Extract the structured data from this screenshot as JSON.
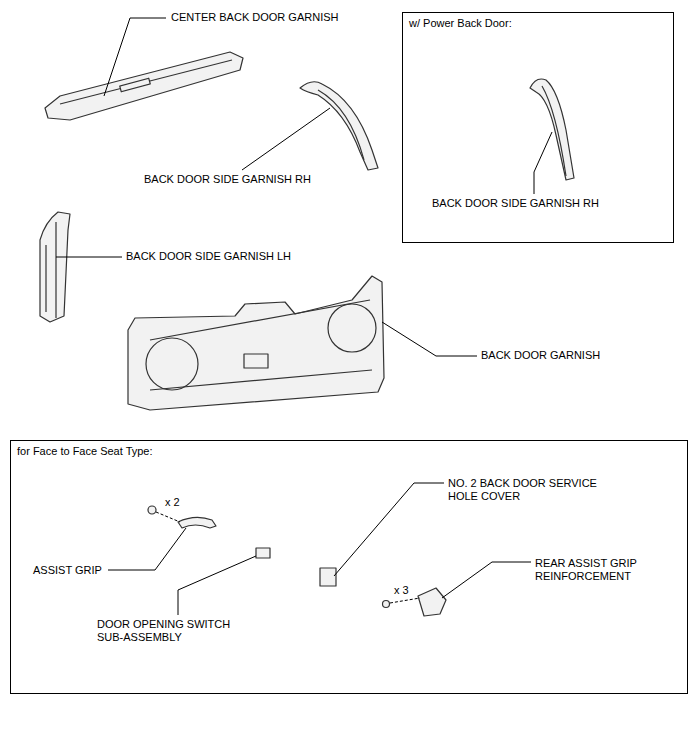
{
  "diagram": {
    "nodes": [
      {
        "text": [
          "w/ Power Back Door:"
        ]
      },
      {
        "text": [
          "for Face to Face Seat Type:"
        ]
      }
    ],
    "labels": [
      "CENTER BACK DOOR GARNISH",
      "BACK DOOR SIDE GARNISH RH",
      "BACK DOOR SIDE GARNISH LH",
      "BACK DOOR GARNISH",
      "BACK DOOR SIDE GARNISH RH",
      "x 2",
      "ASSIST GRIP",
      "DOOR OPENING SWITCH SUB-ASSEMBLY",
      "NO. 2 BACK DOOR SERVICE HOLE COVER",
      "x 3",
      "REAR ASSIST GRIP REINFORCEMENT"
    ]
  }
}
